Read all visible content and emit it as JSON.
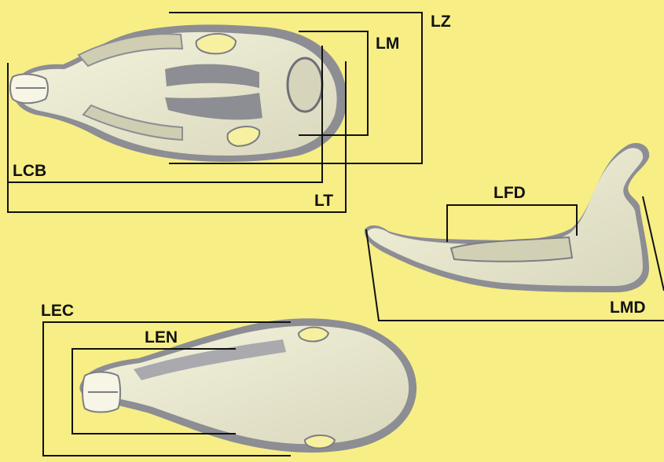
{
  "background_color": "#f7ee86",
  "bone_color": "#ecebd0",
  "shadow_color": "#8d8d94",
  "labels": {
    "lz": "LZ",
    "lm": "LM",
    "lcb": "LCB",
    "lt": "LT",
    "lfd": "LFD",
    "lmd": "LMD",
    "lec": "LEC",
    "len": "LEN"
  }
}
